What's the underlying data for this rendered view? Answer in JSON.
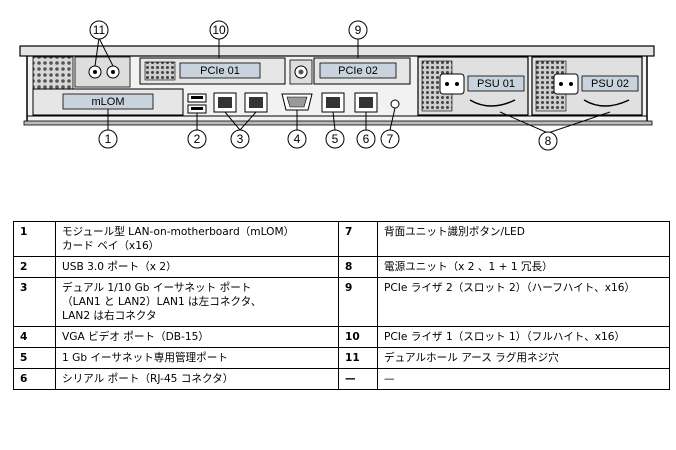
{
  "diagram": {
    "labels": {
      "mlom": "mLOM",
      "pcie01": "PCIe 01",
      "pcie02": "PCIe 02",
      "psu01": "PSU 01",
      "psu02": "PSU 02"
    },
    "callouts": [
      "1",
      "2",
      "3",
      "4",
      "5",
      "6",
      "7",
      "8",
      "9",
      "10",
      "11"
    ]
  },
  "legend": {
    "rows": [
      {
        "n1": "1",
        "d1": "モジュール型 LAN-on-motherboard（mLOM）\nカード ベイ（x16）",
        "n2": "7",
        "d2": "背面ユニット識別ボタン/LED"
      },
      {
        "n1": "2",
        "d1": "USB 3.0 ポート（x 2）",
        "n2": "8",
        "d2": "電源ユニット（x 2 、1 + 1 冗長）"
      },
      {
        "n1": "3",
        "d1": "デュアル 1/10 Gb イーサネット ポート\n（LAN1 と LAN2）LAN1 は左コネクタ、\nLAN2 は右コネクタ",
        "n2": "9",
        "d2": "PCIe ライザ 2（スロット 2）（ハーフハイト、x16）"
      },
      {
        "n1": "4",
        "d1": "VGA ビデオ ポート（DB-15）",
        "n2": "10",
        "d2": "PCIe ライザ 1（スロット 1）（フルハイト、x16）"
      },
      {
        "n1": "5",
        "d1": "1 Gb イーサネット専用管理ポート",
        "n2": "11",
        "d2": "デュアルホール アース ラグ用ネジ穴"
      },
      {
        "n1": "6",
        "d1": "シリアル ポート（RJ-45 コネクタ）",
        "n2": "—",
        "d2": "—"
      }
    ]
  }
}
